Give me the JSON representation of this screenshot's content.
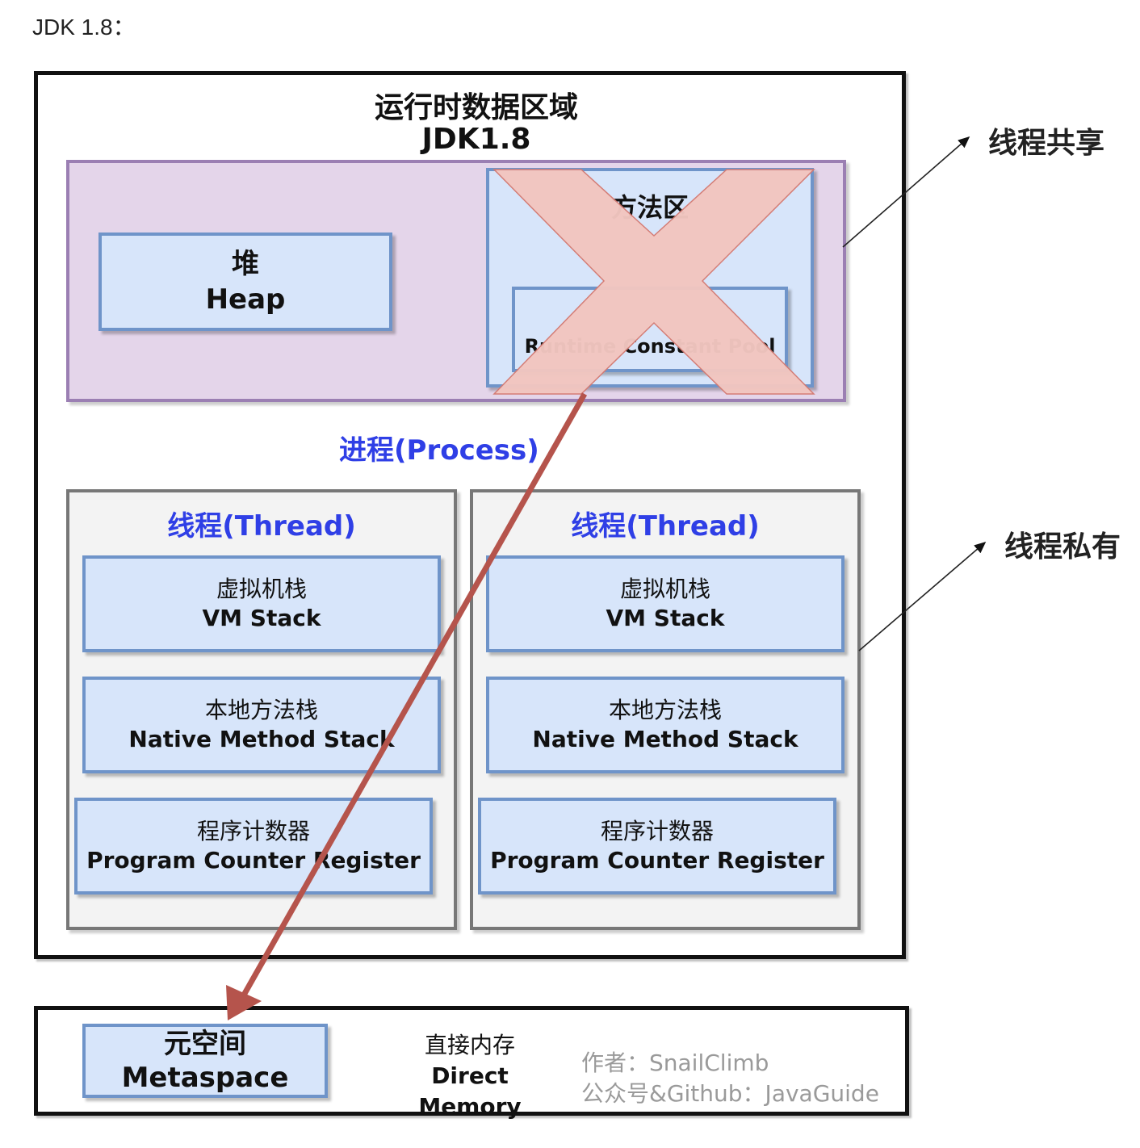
{
  "heading": "JDK 1.8：",
  "runtime_area": {
    "title": "运行时数据区域",
    "subtitle": "JDK1.8"
  },
  "shared_area": {
    "heap": {
      "cn": "堆",
      "en": "Heap"
    },
    "method_area": {
      "cn": "方法区",
      "status": "removed",
      "runtime_constant_pool": "Runtime Constant Pool"
    }
  },
  "process_label": "进程(Process)",
  "threads": [
    {
      "label": "线程(Thread)",
      "items": [
        {
          "cn": "虚拟机栈",
          "en": "VM Stack"
        },
        {
          "cn": "本地方法栈",
          "en": "Native Method Stack"
        },
        {
          "cn": "程序计数器",
          "en": "Program Counter Register"
        }
      ]
    },
    {
      "label": "线程(Thread)",
      "items": [
        {
          "cn": "虚拟机栈",
          "en": "VM Stack"
        },
        {
          "cn": "本地方法栈",
          "en": "Native Method Stack"
        },
        {
          "cn": "程序计数器",
          "en": "Program Counter Register"
        }
      ]
    }
  ],
  "side_labels": {
    "shared": "线程共享",
    "private": "线程私有"
  },
  "bottom": {
    "metaspace": {
      "cn": "元空间",
      "en": "Metaspace"
    },
    "direct_memory": {
      "cn": "直接内存",
      "en": "Direct Memory"
    },
    "author_line1": "作者：SnailClimb",
    "author_line2": "公众号&Github：JavaGuide"
  },
  "colors": {
    "cross": "#f2c6c0",
    "arrow": "#b5544c",
    "thread_label": "#2f3fe6"
  }
}
